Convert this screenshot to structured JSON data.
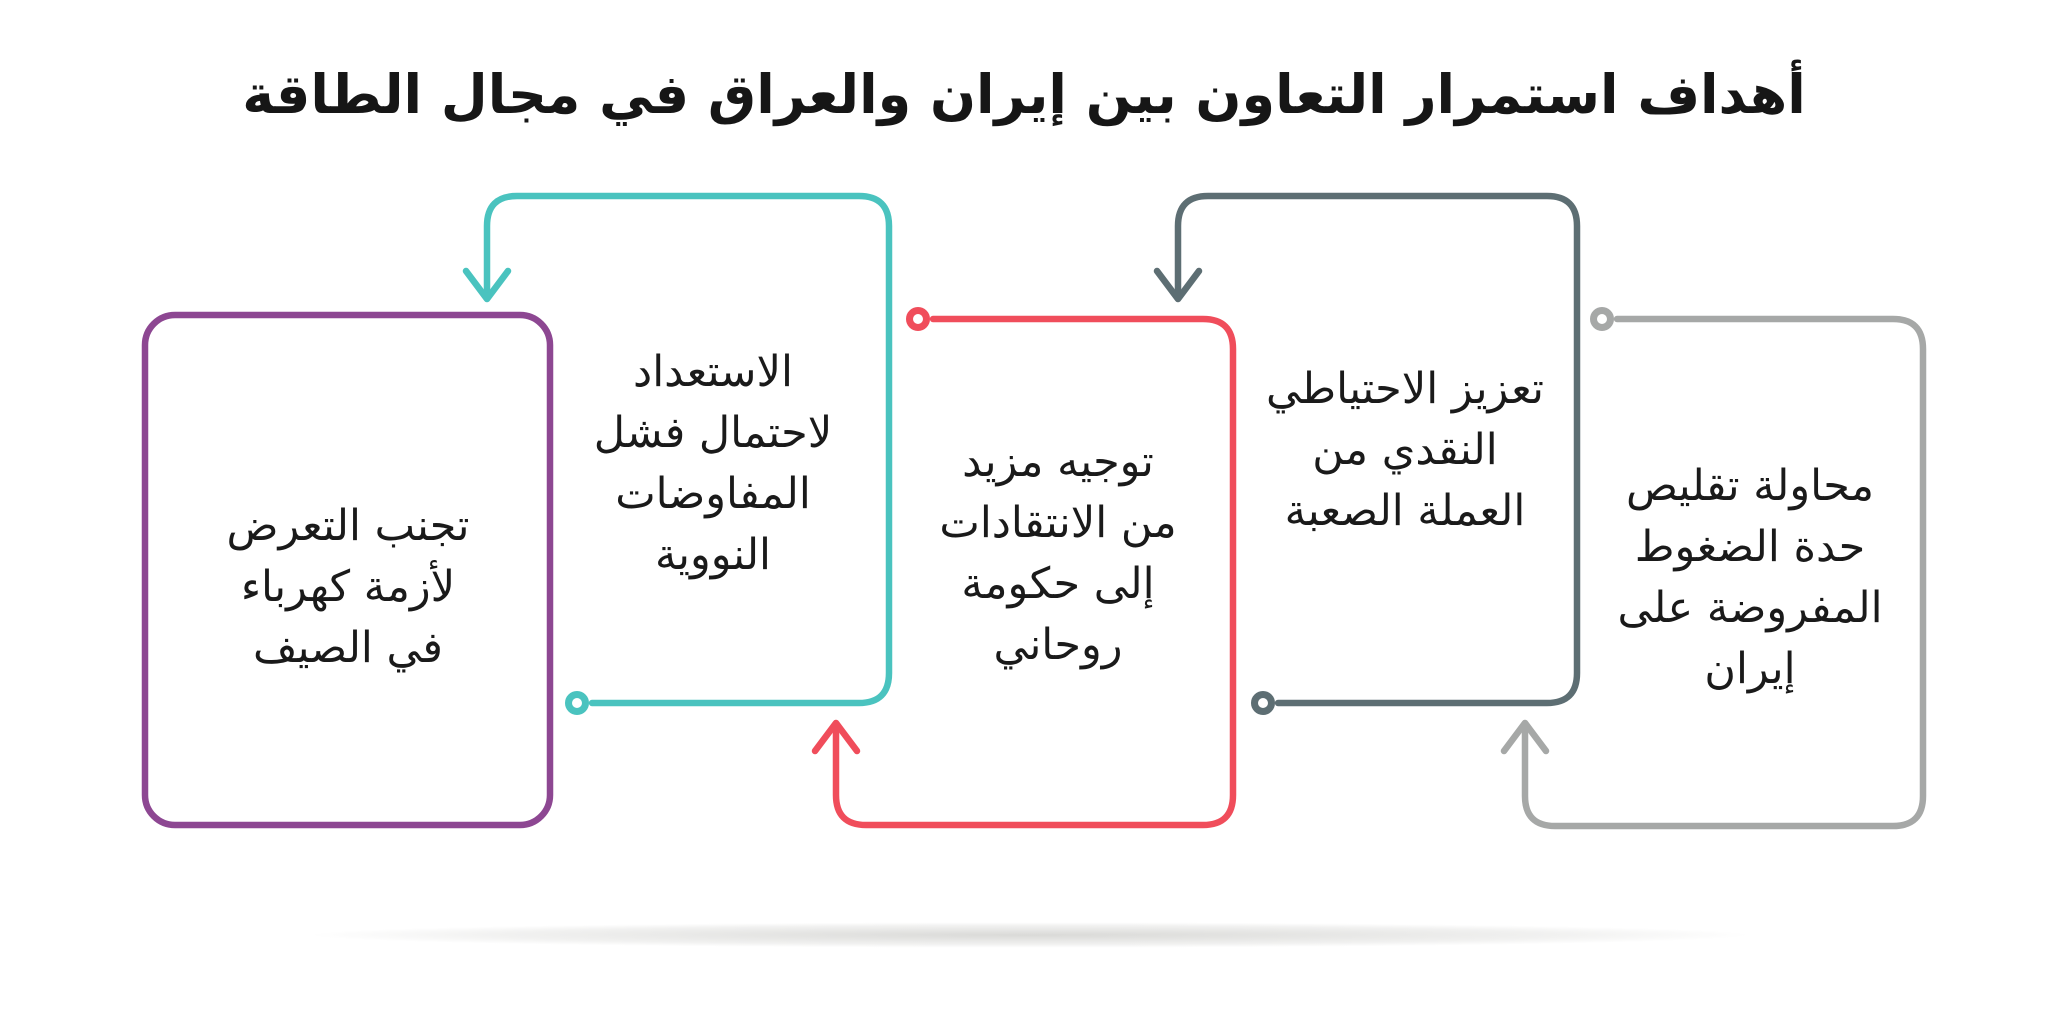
{
  "title": "أهداف استمرار التعاون بين إيران والعراق في مجال الطاقة",
  "colors": {
    "purple": "#8d4792",
    "teal": "#4ac3bf",
    "red": "#f04d5b",
    "slate": "#5d6e73",
    "gray": "#a6a8a7",
    "text": "#1a1a1a"
  },
  "boxes": [
    {
      "name": "avoid-summer-electricity-crisis",
      "color": "purple",
      "lines": [
        "تجنب التعرض",
        "لأزمة كهرباء",
        "في الصيف"
      ]
    },
    {
      "name": "prepare-for-nuclear-talks-failure",
      "color": "teal",
      "lines": [
        "الاستعداد",
        "لاحتمال فشل",
        "المفاوضات",
        "النووية"
      ]
    },
    {
      "name": "more-criticism-of-rouhani-government",
      "color": "red",
      "lines": [
        "توجيه مزيد",
        "من الانتقادات",
        "إلى حكومة",
        "روحاني"
      ]
    },
    {
      "name": "strengthen-hard-currency-reserves",
      "color": "slate",
      "lines": [
        "تعزيز الاحتياطي",
        "النقدي من",
        "العملة الصعبة"
      ]
    },
    {
      "name": "reduce-pressure-on-iran",
      "color": "gray",
      "lines": [
        "محاولة تقليص",
        "حدة الضغوط",
        "المفروضة على",
        "إيران"
      ]
    }
  ]
}
